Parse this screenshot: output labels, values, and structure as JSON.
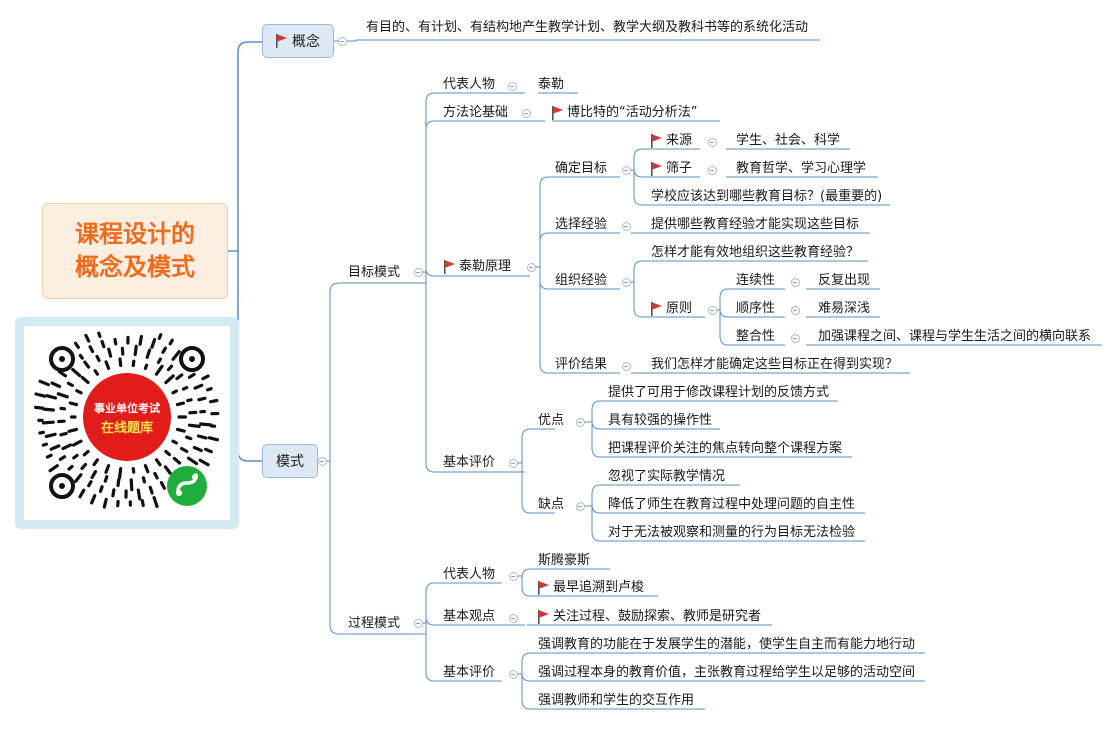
{
  "root": {
    "title": "课程设计的\n概念及模式"
  },
  "qr": {
    "line1": "事业单位考试",
    "line2": "在线题库"
  },
  "colors": {
    "line": "#5b8fc7",
    "flag": "#e0322c",
    "root_text": "#f26a1b",
    "qr_red": "#e21b1b",
    "qr_green": "#1fae3d"
  },
  "nodes": {
    "gainian": "概念",
    "gainian_def": "有目的、有计划、有结构地产生教学计划、教学大纲及教科书等的系统化活动",
    "moshi": "模式",
    "mubiao": "目标模式",
    "daibiao": "代表人物",
    "taile": "泰勒",
    "fangfalun": "方法论基础",
    "bobite": "博比特的“活动分析法”",
    "tailе_yuanli": "泰勒原理",
    "queding": "确定目标",
    "laiyuan": "来源",
    "laiyuan_v": "学生、社会、科学",
    "shaizi": "筛子",
    "shaizi_v": "教育哲学、学习心理学",
    "xuexiao": "学校应该达到哪些教育目标？(最重要的)",
    "xuanze": "选择经验",
    "xuanze_v": "提供哪些教育经验才能实现这些目标",
    "zuzhi": "组织经验",
    "zuzhi_q": "怎样才能有效地组织这些教育经验？",
    "yuanze": "原则",
    "lianxu": "连续性",
    "lianxu_v": "反复出现",
    "shunxu": "顺序性",
    "shunxu_v": "难易深浅",
    "zhenghe": "整合性",
    "zhenghe_v": "加强课程之间、课程与学生生活之间的横向联系",
    "pingjia_jg": "评价结果",
    "pingjia_jg_v": "我们怎样才能确定这些目标正在得到实现？",
    "jiben_pj": "基本评价",
    "youdian": "优点",
    "you1": "提供了可用于修改课程计划的反馈方式",
    "you2": "具有较强的操作性",
    "you3": "把课程评价关注的焦点转向整个课程方案",
    "quedian": "缺点",
    "que1": "忽视了实际教学情况",
    "que2": "降低了师生在教育过程中处理问题的自主性",
    "que3": "对于无法被观察和测量的行为目标无法检验",
    "guocheng": "过程模式",
    "daibiao2": "代表人物",
    "sitenghaosi": "斯腾豪斯",
    "luso": "最早追溯到卢梭",
    "jiben_gd": "基本观点",
    "jiben_gd_v": "关注过程、鼓励探索、教师是研究者",
    "jiben_pj2": "基本评价",
    "pj2_1": "强调教育的功能在于发展学生的潜能，使学生自主而有能力地行动",
    "pj2_2": "强调过程本身的教育价值，主张教育过程给学生以足够的活动空间",
    "pj2_3": "强调教师和学生的交互作用"
  }
}
